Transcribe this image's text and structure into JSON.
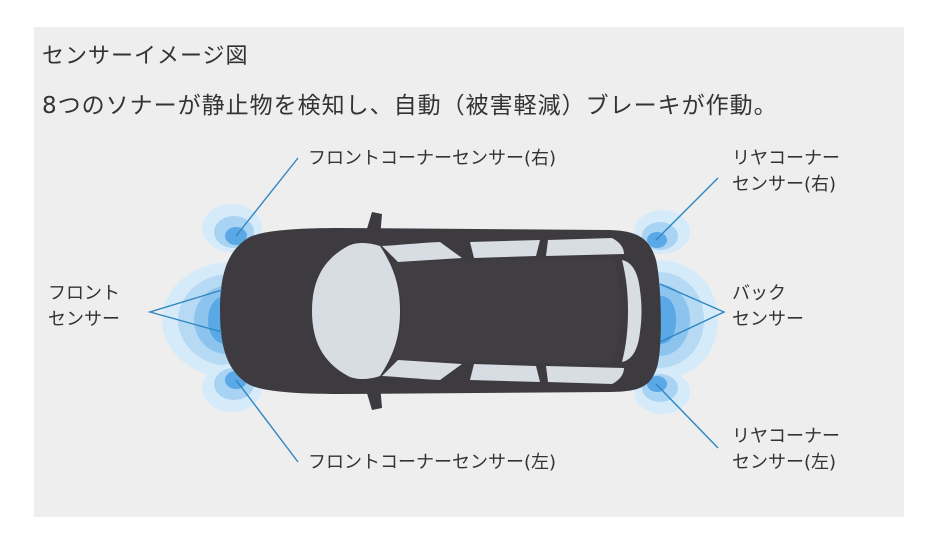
{
  "title": "センサーイメージ図",
  "description": "8つのソナーが静止物を検知し、自動（被害軽減）ブレーキが作動。",
  "labels": {
    "front_corner_right": "フロントコーナーセンサー(右)",
    "front_corner_left": "フロントコーナーセンサー(左)",
    "front_sensor_line1": "フロント",
    "front_sensor_line2": "センサー",
    "rear_corner_right_line1": "リヤコーナー",
    "rear_corner_right_line2": "センサー(右)",
    "back_sensor_line1": "バック",
    "back_sensor_line2": "センサー",
    "rear_corner_left_line1": "リヤコーナー",
    "rear_corner_left_line2": "センサー(左)"
  },
  "colors": {
    "panel": "#eeeeee",
    "car_body": "#3d3b3f",
    "glass": "#d8dde3",
    "leader_line": "#2e86c1",
    "sensor_wave": "#6fb3ea"
  }
}
